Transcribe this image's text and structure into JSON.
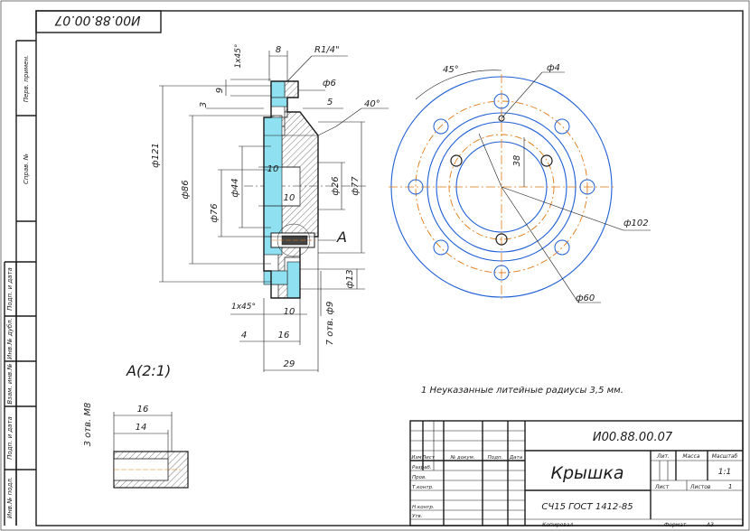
{
  "drawing": {
    "corner_code": "И00.88.00.07",
    "view_label": "A(2:1)",
    "section_marker": "A",
    "note": "1 Неуказанные литейные радиусы 3,5 мм."
  },
  "left_strip": {
    "cells": [
      "Перв. примен.",
      "Справ. №",
      "Подп. и дата",
      "Инв.№ дубл.",
      "Взам. инв.№",
      "Подп. и дата",
      "Инв.№ подл."
    ]
  },
  "dims_section": {
    "d121": "ф121",
    "d86": "ф86",
    "d76": "ф76",
    "d44": "ф44",
    "d26": "ф26",
    "d77": "ф77",
    "w8": "8",
    "r14": "R1/4\"",
    "ch1": "1х45°",
    "h9": "9",
    "h3": "3",
    "d6": "ф6",
    "w5": "5",
    "a40": "40°",
    "t10a": "10",
    "t10b": "10",
    "ch2": "1х45°",
    "w10": "10",
    "w4": "4",
    "w16": "16",
    "w29": "29",
    "holes": "7 отв. ф9",
    "d13": "ф13"
  },
  "dims_plan": {
    "a45": "45°",
    "d4": "ф4",
    "h38": "38",
    "d102": "ф102",
    "d60": "ф60"
  },
  "dims_detail": {
    "w16": "16",
    "w14": "14",
    "holes": "3 отв. М8"
  },
  "title_block": {
    "code": "И00.88.00.07",
    "name": "Крышка",
    "material": "СЧ15 ГОСТ 1412-85",
    "row_labels": [
      "Изм",
      "Лист",
      "№ докум.",
      "Подп.",
      "Дата"
    ],
    "role_labels": [
      "Разраб.",
      "Пров.",
      "Т.контр.",
      "",
      "Н.контр.",
      "Утв."
    ],
    "col_lit": "Лит.",
    "col_mass": "Масса",
    "col_scale": "Масштаб",
    "scale_value": "1:1",
    "sheet_label": "Лист",
    "sheets_label": "Листов",
    "sheets_value": "1",
    "copied": "Копировал",
    "format": "Формат",
    "format_value": "А3"
  }
}
